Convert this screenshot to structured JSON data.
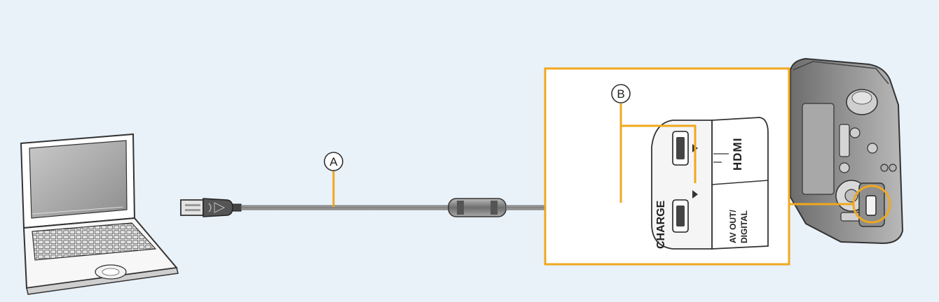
{
  "callouts": {
    "cable": "A",
    "terminal": "B"
  },
  "ports": {
    "hdmi": "HDMI",
    "charge": "CHARGE",
    "av_line1": "AV OUT/",
    "av_line2": "DIGITAL"
  },
  "colors": {
    "background": "#e9f1f9",
    "highlight": "#f0a81e",
    "line": "#333333",
    "cable": "#8a8a8a"
  }
}
